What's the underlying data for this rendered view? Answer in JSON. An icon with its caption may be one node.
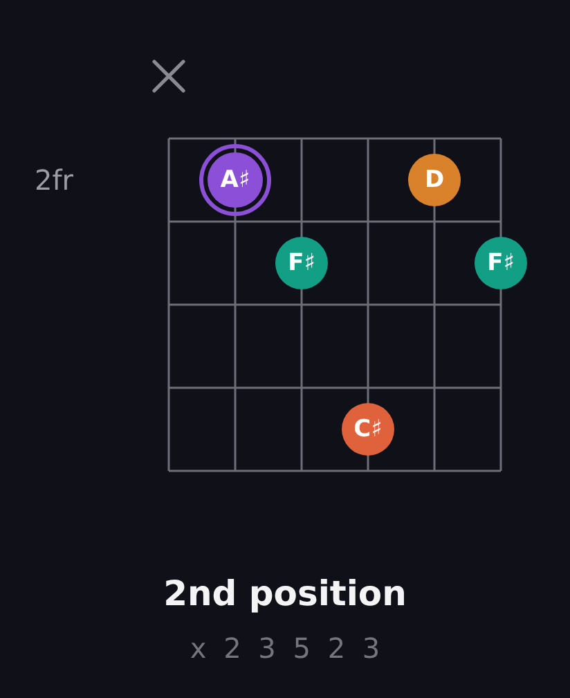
{
  "diagram": {
    "title": "2nd position",
    "nodes": [
      {
        "text": [
          "A♯"
        ]
      },
      {
        "text": [
          "D"
        ]
      },
      {
        "text": [
          "F♯"
        ]
      },
      {
        "text": [
          "F♯"
        ]
      },
      {
        "text": [
          "C♯"
        ]
      }
    ],
    "labels": [
      "2fr",
      "x 2 3 5 2 3"
    ]
  }
}
